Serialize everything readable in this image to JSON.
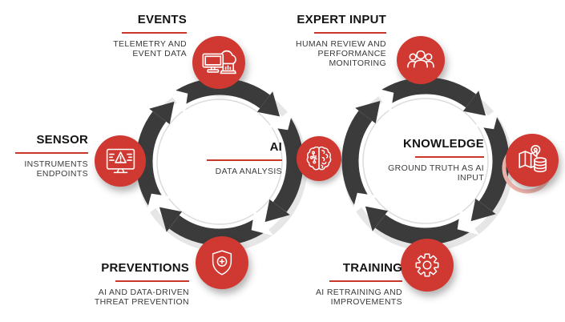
{
  "diagram": {
    "blocks": {
      "events": {
        "title": "EVENTS",
        "desc": "TELEMETRY AND\nEVENT DATA"
      },
      "expert_input": {
        "title": "EXPERT INPUT",
        "desc": "HUMAN REVIEW AND\nPERFORMANCE\nMONITORING"
      },
      "sensor": {
        "title": "SENSOR",
        "desc": "INSTRUMENTS\nENDPOINTS"
      },
      "ai": {
        "title": "AI",
        "desc": "DATA ANALYSIS"
      },
      "knowledge": {
        "title": "KNOWLEDGE",
        "desc": "GROUND TRUTH AS AI\nINPUT"
      },
      "preventions": {
        "title": "PREVENTIONS",
        "desc": "AI AND DATA-DRIVEN\nTHREAT PREVENTION"
      },
      "training": {
        "title": "TRAINING",
        "desc": "AI RETRAINING AND\nIMPROVEMENTS"
      }
    },
    "icons": {
      "events": "cloud-computers-icon",
      "expert_input": "user-group-icon",
      "sensor": "monitor-alert-icon",
      "ai": "ai-brain-icon",
      "knowledge": "map-database-icon",
      "preventions": "shield-plus-icon",
      "training": "gear-icon"
    },
    "colors": {
      "node_red": "#d03931",
      "underline_red": "#c9372b",
      "ring_dark": "#3b3b3b",
      "ring_light": "#e6e6e6",
      "accent_pink": "#f2b4ad"
    }
  }
}
